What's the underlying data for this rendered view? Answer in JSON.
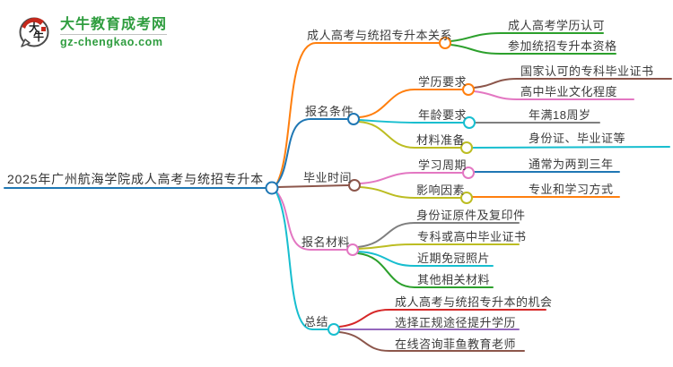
{
  "logo": {
    "icon_text": "大牛",
    "title": "大牛教育成考网",
    "domain": "gz-chengkao.com",
    "brand_color": "#2f9d3f",
    "accent_color": "#c5281c",
    "icon_stroke": "#4a4a4a"
  },
  "mindmap": {
    "root": {
      "label": "2025年广州航海学院成人高考与统招专升本",
      "color": "#1f77b4"
    },
    "branches": [
      {
        "label": "成人高考与统招专升本关系",
        "color": "#ff7f0e",
        "children": [
          {
            "label": "成人高考学历认可",
            "color": "#2ca02c"
          },
          {
            "label": "参加统招专升本资格",
            "color": "#2ca02c"
          }
        ]
      },
      {
        "label": "报名条件",
        "color": "#1f77b4",
        "children": [
          {
            "label": "学历要求",
            "color": "#ff7f0e",
            "children": [
              {
                "label": "国家认可的专科毕业证书",
                "color": "#8c564b"
              },
              {
                "label": "高中毕业文化程度",
                "color": "#e377c2"
              }
            ]
          },
          {
            "label": "年龄要求",
            "color": "#17becf",
            "children": [
              {
                "label": "年满18周岁",
                "color": "#7f7f7f"
              }
            ]
          },
          {
            "label": "材料准备",
            "color": "#bcbd22",
            "children": [
              {
                "label": "身份证、毕业证等",
                "color": "#17becf"
              }
            ]
          }
        ]
      },
      {
        "label": "毕业时间",
        "color": "#8c564b",
        "children": [
          {
            "label": "学习周期",
            "color": "#e377c2",
            "children": [
              {
                "label": "通常为两到三年",
                "color": "#1f77b4"
              }
            ]
          },
          {
            "label": "影响因素",
            "color": "#bcbd22",
            "children": [
              {
                "label": "专业和学习方式",
                "color": "#ff7f0e"
              }
            ]
          }
        ]
      },
      {
        "label": "报名材料",
        "color": "#e377c2",
        "children": [
          {
            "label": "身份证原件及复印件",
            "color": "#7f7f7f"
          },
          {
            "label": "专科或高中毕业证书",
            "color": "#bcbd22"
          },
          {
            "label": "近期免冠照片",
            "color": "#17becf"
          },
          {
            "label": "其他相关材料",
            "color": "#2ca02c"
          }
        ]
      },
      {
        "label": "总结",
        "color": "#17becf",
        "children": [
          {
            "label": "成人高考与统招专升本的机会",
            "color": "#d62728"
          },
          {
            "label": "选择正规途径提升学历",
            "color": "#9467bd"
          },
          {
            "label": "在线咨询菲鱼教育老师",
            "color": "#8c564b"
          }
        ]
      }
    ]
  }
}
